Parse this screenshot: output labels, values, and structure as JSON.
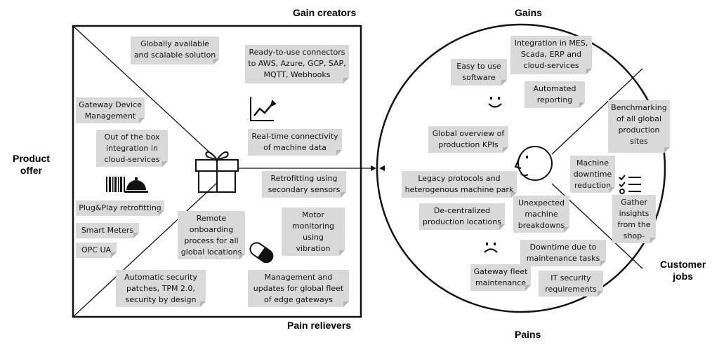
{
  "headings": {
    "gain_creators": "Gain creators",
    "pain_relievers": "Pain relievers",
    "product_offer": "Product\noffer",
    "gains": "Gains",
    "pains": "Pains",
    "customer_jobs": "Customer\njobs"
  },
  "gain_creators": [
    "Globally available\nand scalable solution",
    "Ready-to-use connectors\nto AWS, Azure, GCP, SAP,\nMQTT, Webhooks",
    "Real-time connectivity\nof machine data"
  ],
  "products": [
    "Gateway Device\nManagement",
    "Out of the box\nintegration in\ncloud-services",
    "Plug&Play retrofitting",
    "Smart Meters",
    "OPC UA"
  ],
  "pain_relievers": [
    "Retrofitting using\nsecondary sensors",
    "Remote\nonboarding\nprocess for all\nglobal locations",
    "Motor\nmonitoring\nusing vibration\nsensors",
    "Automatic security\npatches, TPM 2.0,\nsecurity by design",
    "Management and\nupdates for global fleet\nof edge gateways"
  ],
  "gains": [
    "Easy to use\nsoftware",
    "Integration in MES,\nScada, ERP and\ncloud-services",
    "Automated\nreporting",
    "Global overview of\nproduction KPIs"
  ],
  "customer_jobs": [
    "Benchmarking\nof all global\nproduction\nsites",
    "Machine\ndowntime\nreduction",
    "Gather\ninsights\nfrom the\nshop-floor"
  ],
  "pains": [
    "Legacy protocols and\nheterogenous machine park",
    "De-centralized\nproduction locations",
    "Unexpected\nmachine\nbreakdowns",
    "Downtime due to\nmaintenance tasks",
    "Gateway fleet\nmaintenance",
    "IT security\nrequirements"
  ],
  "icons": {
    "gift": "gift-icon",
    "chart": "line-chart-icon",
    "barcode": "barcode-icon",
    "bell": "service-bell-icon",
    "pill": "pill-icon",
    "happy": "smiley-happy-icon",
    "sad": "smiley-sad-icon",
    "face": "customer-face-icon",
    "checklist": "checklist-icon"
  },
  "colors": {
    "note_fill": "#d9d9d9",
    "note_fold": "#b5b5b5",
    "line": "#111111"
  }
}
